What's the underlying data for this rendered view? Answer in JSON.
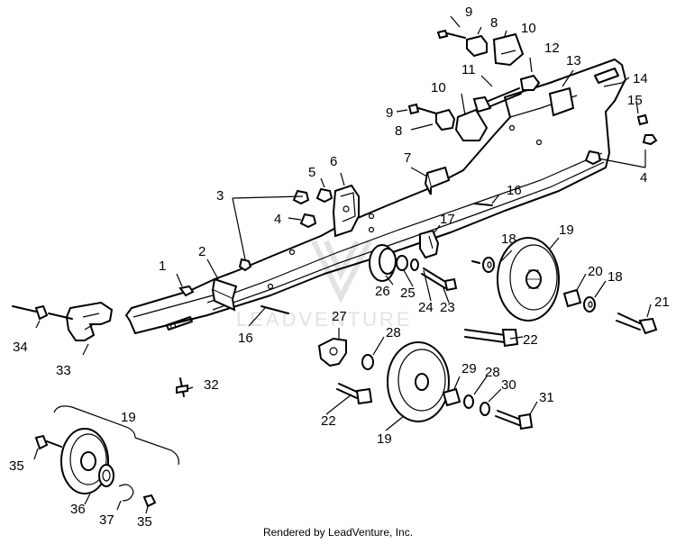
{
  "watermark": "LEADVENTURE",
  "footer": "Rendered by LeadVenture, Inc.",
  "callouts": {
    "c1": "1",
    "c2": "2",
    "c3": "3",
    "c4a": "4",
    "c4b": "4",
    "c5": "5",
    "c6": "6",
    "c7": "7",
    "c8a": "8",
    "c8b": "8",
    "c9a": "9",
    "c9b": "9",
    "c10a": "10",
    "c10b": "10",
    "c11": "11",
    "c12": "12",
    "c13": "13",
    "c14": "14",
    "c15": "15",
    "c16a": "16",
    "c16b": "16",
    "c17": "17",
    "c18a": "18",
    "c18b": "18",
    "c19a": "19",
    "c19b": "19",
    "c19c": "19",
    "c20": "20",
    "c21": "21",
    "c22a": "22",
    "c22b": "22",
    "c23": "23",
    "c24": "24",
    "c25": "25",
    "c26": "26",
    "c27": "27",
    "c28a": "28",
    "c28b": "28",
    "c29": "29",
    "c30": "30",
    "c31": "31",
    "c32": "32",
    "c33": "33",
    "c34": "34",
    "c35a": "35",
    "c35b": "35",
    "c36": "36",
    "c37": "37"
  }
}
